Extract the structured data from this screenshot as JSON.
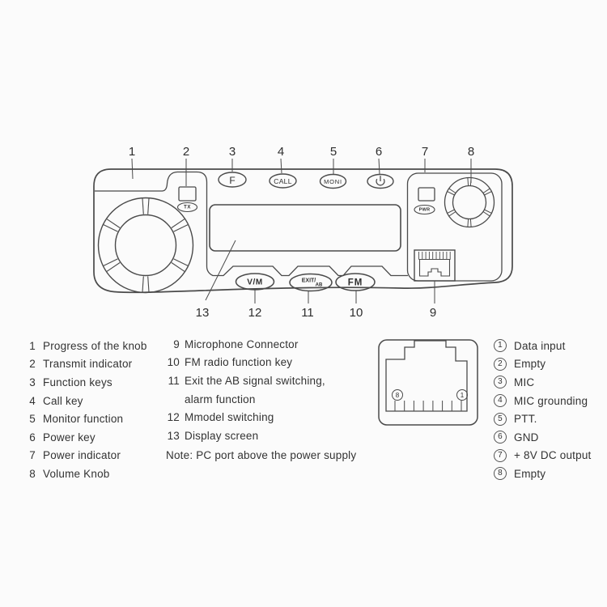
{
  "radio": {
    "callouts_top": [
      "1",
      "2",
      "3",
      "4",
      "5",
      "6",
      "7",
      "8"
    ],
    "callouts_bottom": [
      "13",
      "12",
      "11",
      "10",
      "9"
    ],
    "f_button": "F",
    "call_button": "CALL",
    "moni_button": "MONI",
    "tx_badge": "TX",
    "pwr_badge": "PWR",
    "vm_button": "V/M",
    "exit_button_main": "EXIT/",
    "exit_button_sub": "AB",
    "fm_button": "FM",
    "icons": {
      "power_button": "power-icon"
    }
  },
  "legend_left": [
    {
      "num": "1",
      "text": "Progress of the knob"
    },
    {
      "num": "2",
      "text": "Transmit indicator"
    },
    {
      "num": "3",
      "text": "Function keys"
    },
    {
      "num": "4",
      "text": "Call key"
    },
    {
      "num": "5",
      "text": "Monitor function"
    },
    {
      "num": "6",
      "text": "Power key"
    },
    {
      "num": "7",
      "text": "Power indicator"
    },
    {
      "num": "8",
      "text": "Volume Knob"
    }
  ],
  "legend_middle": [
    {
      "num": "9",
      "text": "Microphone Connector"
    },
    {
      "num": "10",
      "text": "FM radio function key"
    },
    {
      "num": "11",
      "text": "Exit the AB signal switching,",
      "text2": "alarm function"
    },
    {
      "num": "12",
      "text": "Mmodel switching"
    },
    {
      "num": "13",
      "text": "Display screen"
    }
  ],
  "note": "Note: PC port above the power supply",
  "pinout": {
    "left_pin_label": "8",
    "right_pin_label": "1"
  },
  "pin_legend": [
    {
      "num": "1",
      "text": "Data input"
    },
    {
      "num": "2",
      "text": "Empty"
    },
    {
      "num": "3",
      "text": "MIC"
    },
    {
      "num": "4",
      "text": "MIC grounding"
    },
    {
      "num": "5",
      "text": "PTT."
    },
    {
      "num": "6",
      "text": "GND"
    },
    {
      "num": "7",
      "text": "+ 8V DC output"
    },
    {
      "num": "8",
      "text": "Empty"
    }
  ],
  "colors": {
    "line": "#4a4a4a",
    "text": "#333333",
    "background": "#fbfbfb"
  }
}
